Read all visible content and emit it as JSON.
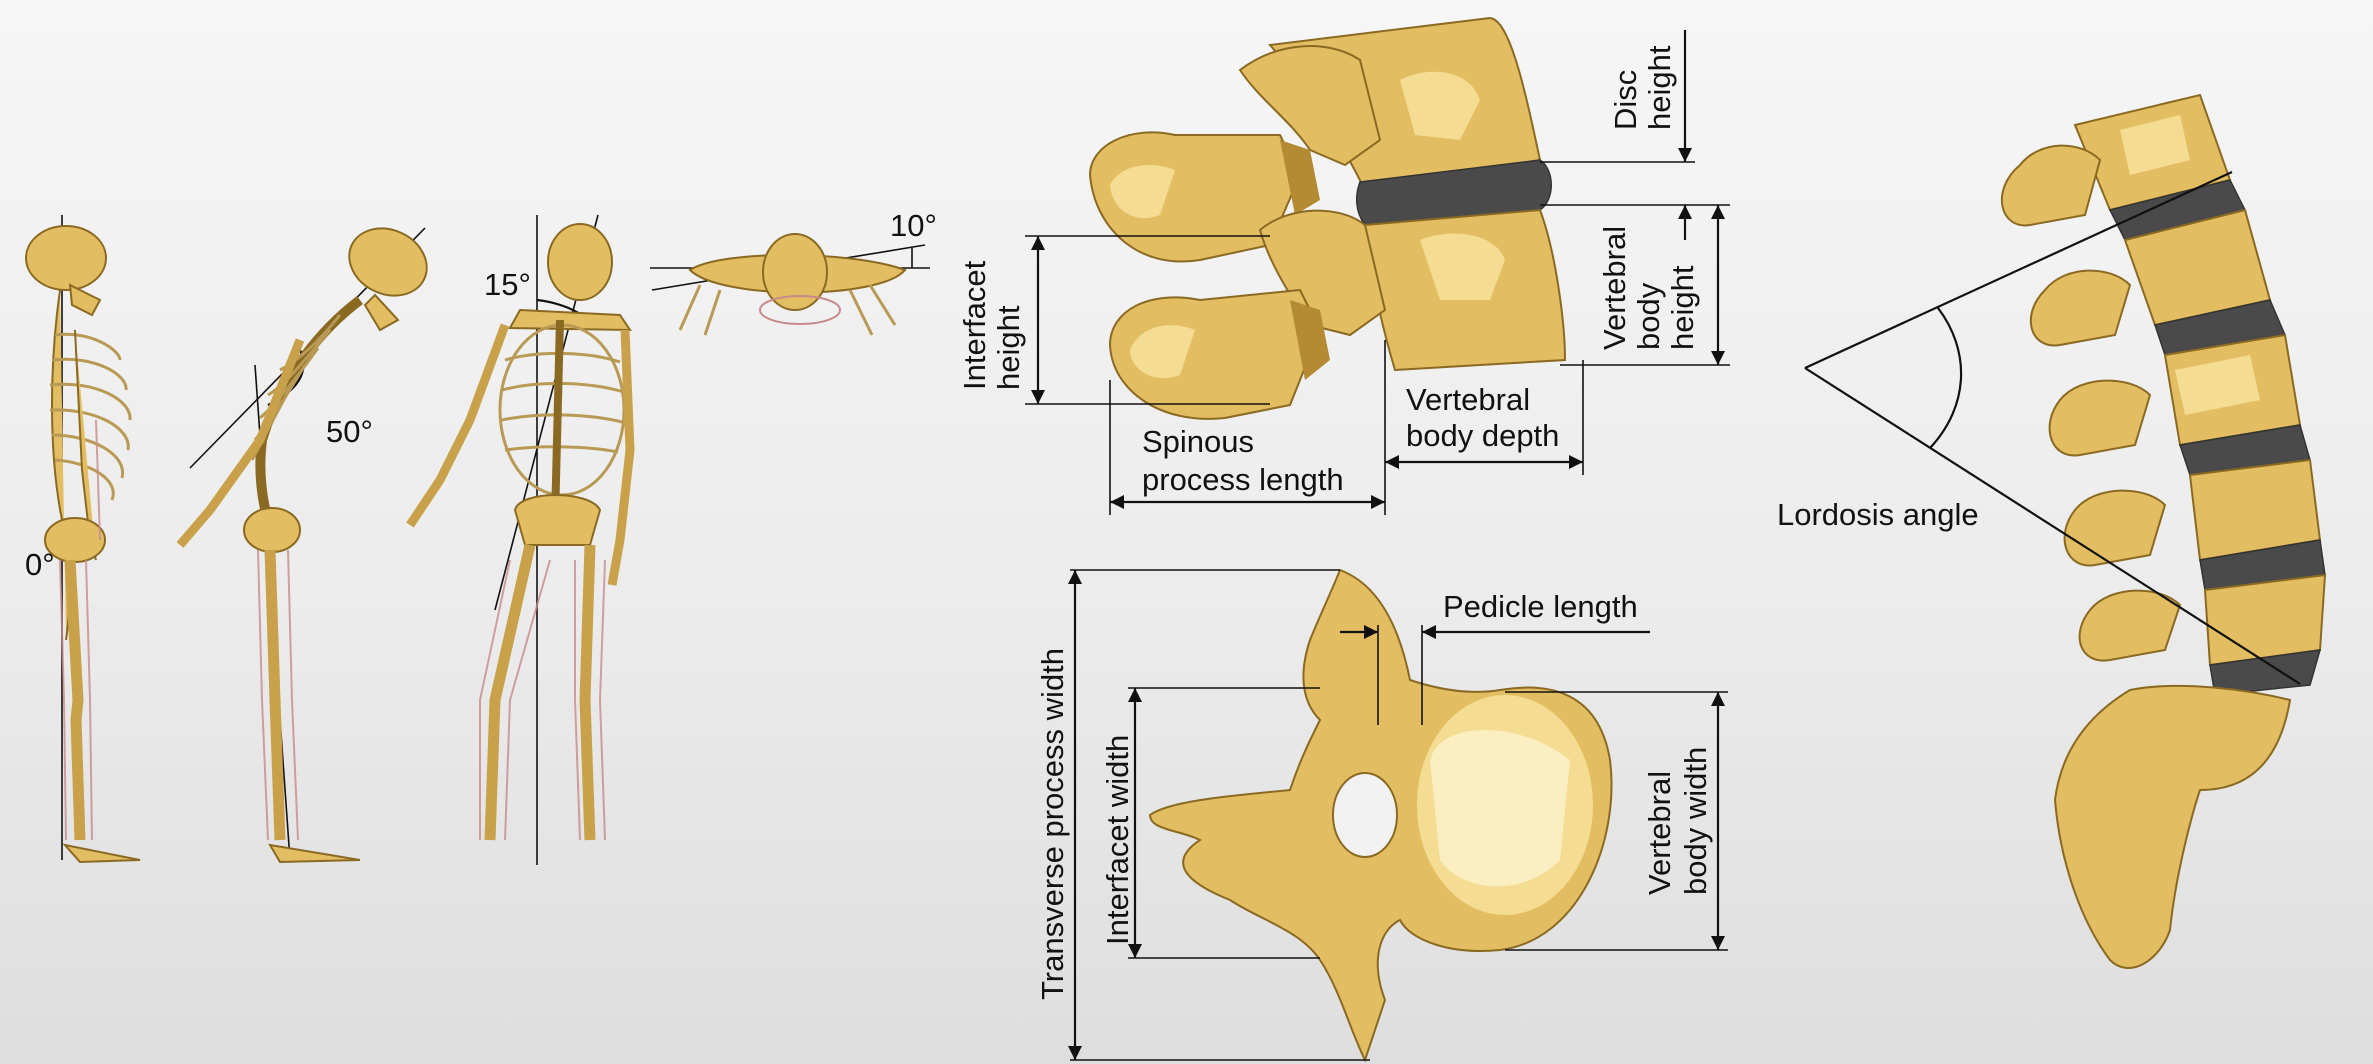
{
  "posture": {
    "angle_standing": "0°",
    "angle_flexion": "50°",
    "angle_lateral": "15°",
    "angle_axial": "10°"
  },
  "lateral_labels": {
    "disc_height": [
      "Disc",
      "height"
    ],
    "vertebral_body_height": [
      "Vertebral",
      "body",
      "height"
    ],
    "interfacet_height": [
      "Interfacet",
      "height"
    ],
    "vertebral_body_depth": [
      "Vertebral",
      "body depth"
    ],
    "spinous_process_length": [
      "Spinous",
      "process length"
    ]
  },
  "axial_labels": {
    "pedicle_length": "Pedicle length",
    "transverse_process_width": "Transverse process width",
    "interfacet_width": "Interfacet width",
    "vertebral_body_width": [
      "Vertebral",
      "body width"
    ]
  },
  "lumbar": {
    "lordosis_angle": "Lordosis angle"
  },
  "colors": {
    "bone": "#e3bd62",
    "disc": "#4a4a4a",
    "muscle": "#c98a8a"
  }
}
